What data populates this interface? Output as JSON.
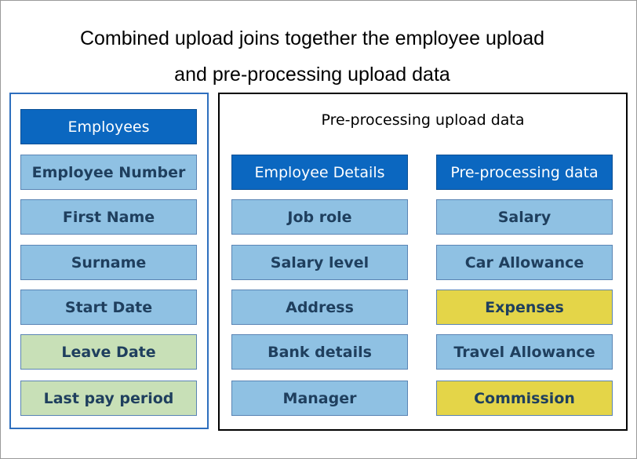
{
  "title": "Combined upload joins together the employee upload and pre-processing upload data",
  "employees": {
    "header": "Employees",
    "items": [
      {
        "label": "Employee Number",
        "color": "#8fc1e3"
      },
      {
        "label": "First Name",
        "color": "#8fc1e3"
      },
      {
        "label": "Surname",
        "color": "#8fc1e3"
      },
      {
        "label": "Start Date",
        "color": "#8fc1e3"
      },
      {
        "label": "Leave Date",
        "color": "#c8e0b7"
      },
      {
        "label": "Last pay period",
        "color": "#c8e0b7"
      }
    ]
  },
  "preprocessing": {
    "title": "Pre-processing upload data",
    "employee_details": {
      "header": "Employee Details",
      "items": [
        {
          "label": "Job role",
          "color": "#8fc1e3"
        },
        {
          "label": "Salary level",
          "color": "#8fc1e3"
        },
        {
          "label": "Address",
          "color": "#8fc1e3"
        },
        {
          "label": "Bank details",
          "color": "#8fc1e3"
        },
        {
          "label": "Manager",
          "color": "#8fc1e3"
        }
      ]
    },
    "preprocessing_data": {
      "header": "Pre-processing data",
      "items": [
        {
          "label": "Salary",
          "color": "#8fc1e3"
        },
        {
          "label": "Car Allowance",
          "color": "#8fc1e3"
        },
        {
          "label": "Expenses",
          "color": "#e4d548"
        },
        {
          "label": "Travel Allowance",
          "color": "#8fc1e3"
        },
        {
          "label": "Commission",
          "color": "#e4d548"
        }
      ]
    }
  },
  "colors": {
    "header_blue": "#0b67c0",
    "field_blue": "#8fc1e3",
    "field_green": "#c8e0b7",
    "field_yellow": "#e4d548"
  }
}
